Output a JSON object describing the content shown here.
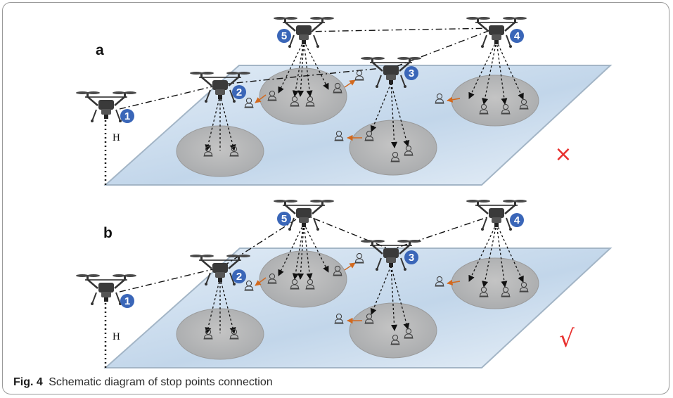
{
  "caption": {
    "fig_label": "Fig. 4",
    "text": "Schematic diagram of stop points connection"
  },
  "panels": [
    {
      "letter": "a",
      "height_label": "H",
      "verdict_mark": "×",
      "verdict_color": "#e8312f",
      "drone_numbers": [
        "1",
        "2",
        "3",
        "4",
        "5"
      ]
    },
    {
      "letter": "b",
      "height_label": "H",
      "verdict_mark": "√",
      "verdict_color": "#e8312f",
      "drone_numbers": [
        "1",
        "2",
        "3",
        "4",
        "5"
      ]
    }
  ],
  "colors": {
    "ground_plane": "#c9dcee",
    "coverage_area": "#b8b8b8",
    "badge": "#3a66b8",
    "handover_arrow": "#d2691e"
  },
  "icons": [
    "drone-icon",
    "user-icon",
    "numbered-badge-icon",
    "wrong-cross-icon",
    "check-mark-icon"
  ]
}
